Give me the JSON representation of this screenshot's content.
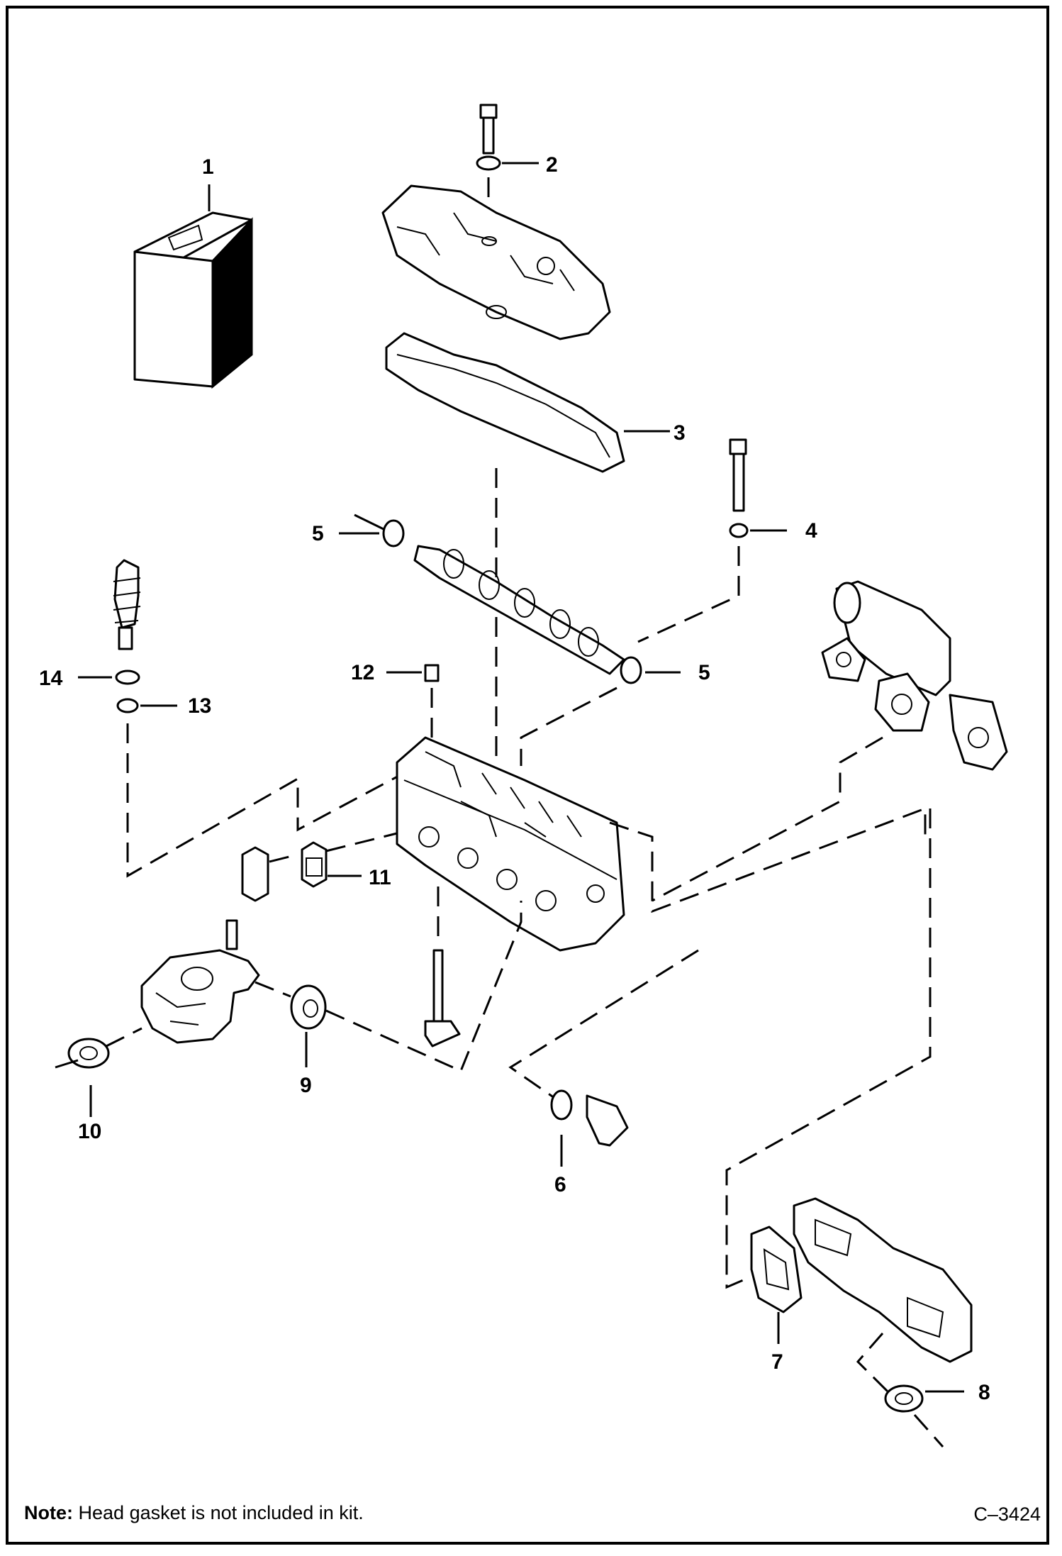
{
  "callouts": {
    "c1": "1",
    "c2": "2",
    "c3": "3",
    "c4": "4",
    "c5a": "5",
    "c5b": "5",
    "c6": "6",
    "c7": "7",
    "c8": "8",
    "c9": "9",
    "c10": "10",
    "c11": "11",
    "c12": "12",
    "c13": "13",
    "c14": "14"
  },
  "note": {
    "label": "Note:",
    "text": "Head gasket is not included in kit."
  },
  "figure_id": "C–3424"
}
